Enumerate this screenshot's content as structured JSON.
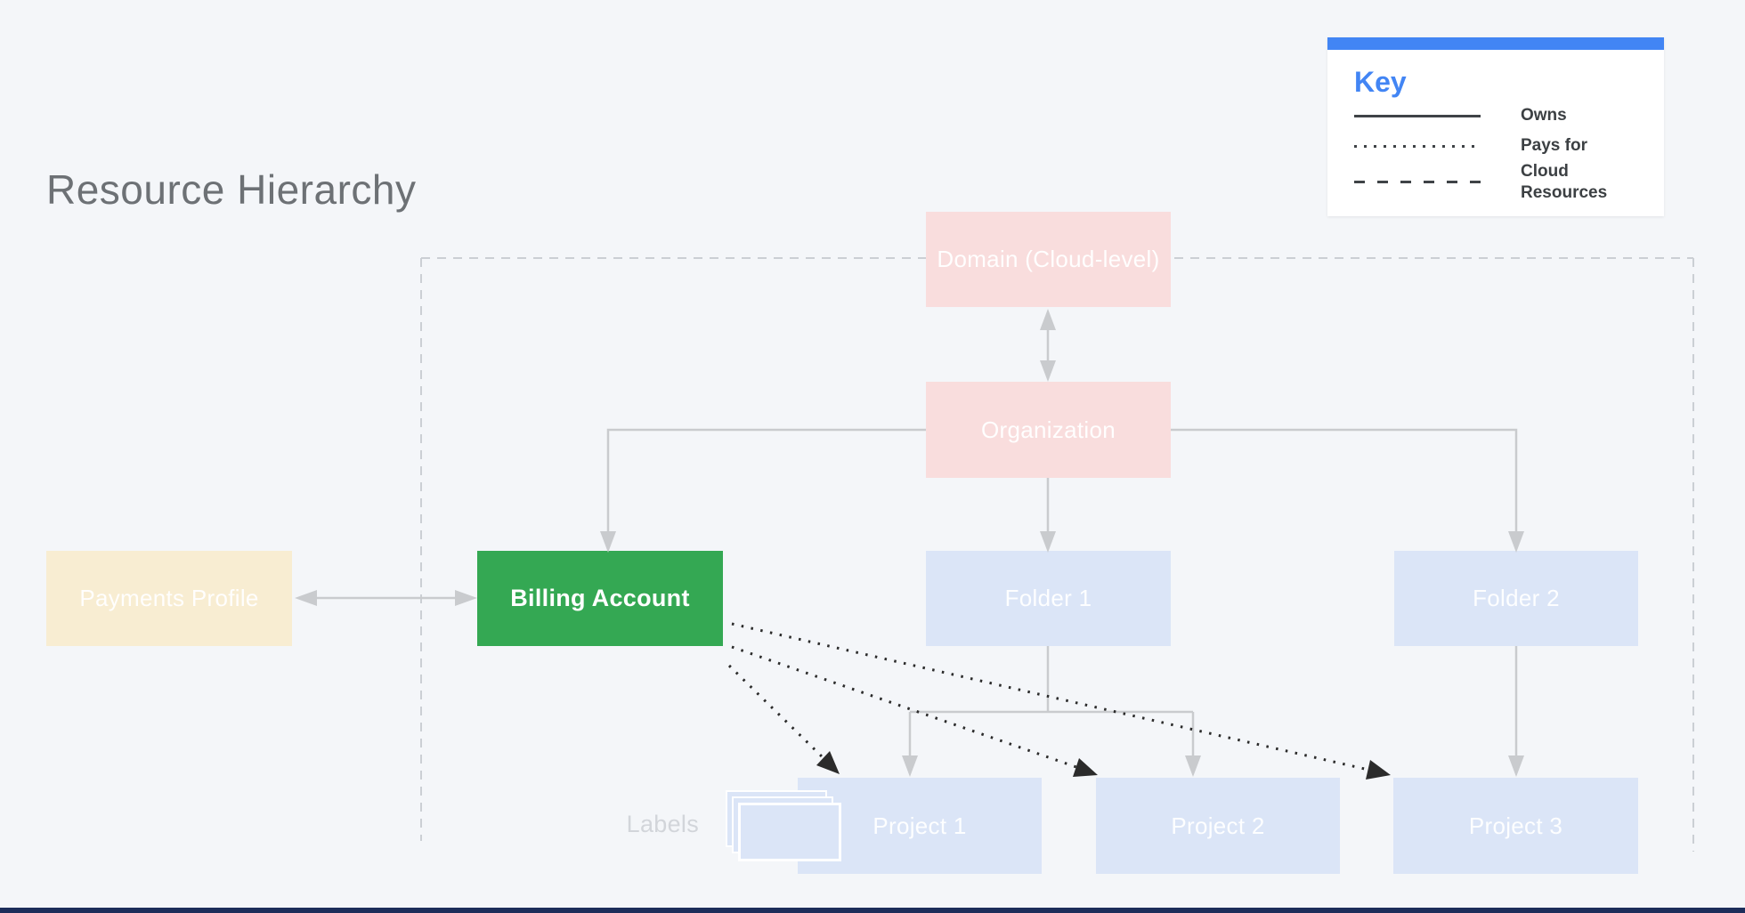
{
  "page": {
    "title": "Resource Hierarchy",
    "background_color": "#f4f6f9",
    "footer_bar_color": "#1c2d5a"
  },
  "key": {
    "heading": "Key",
    "accent_color": "#4285f4",
    "items": [
      {
        "style": "solid",
        "label": "Owns"
      },
      {
        "style": "dotted",
        "label": "Pays for"
      },
      {
        "style": "dashed",
        "label": "Cloud Resources"
      }
    ]
  },
  "nodes": {
    "domain": {
      "label": "Domain (Cloud-level)",
      "color": "#f9dddd"
    },
    "organization": {
      "label": "Organization",
      "color": "#f9dddd"
    },
    "payments_profile": {
      "label": "Payments Profile",
      "color": "#f8edd2"
    },
    "billing_account": {
      "label": "Billing Account",
      "color": "#34a853"
    },
    "folder1": {
      "label": "Folder 1",
      "color": "#dbe5f7"
    },
    "folder2": {
      "label": "Folder 2",
      "color": "#dbe5f7"
    },
    "project1": {
      "label": "Project 1",
      "color": "#dbe5f7"
    },
    "project2": {
      "label": "Project 2",
      "color": "#dbe5f7"
    },
    "project3": {
      "label": "Project 3",
      "color": "#dbe5f7"
    }
  },
  "annotations": {
    "labels_caption": "Labels"
  },
  "relationships": {
    "owns": [
      [
        "Domain (Cloud-level)",
        "Organization"
      ],
      [
        "Organization",
        "Billing Account"
      ],
      [
        "Organization",
        "Folder 1"
      ],
      [
        "Organization",
        "Folder 2"
      ],
      [
        "Payments Profile",
        "Billing Account"
      ],
      [
        "Folder 1",
        "Project 1"
      ],
      [
        "Folder 1",
        "Project 2"
      ],
      [
        "Folder 2",
        "Project 3"
      ]
    ],
    "pays_for": [
      [
        "Billing Account",
        "Project 1"
      ],
      [
        "Billing Account",
        "Project 2"
      ],
      [
        "Billing Account",
        "Project 3"
      ]
    ]
  },
  "colors": {
    "connector_gray": "#c9cbce",
    "pays_for_black": "#2b2b2b",
    "boundary_dash_gray": "#cbcfd4",
    "title_gray": "#6d7175",
    "key_text_dark": "#3c4043"
  }
}
